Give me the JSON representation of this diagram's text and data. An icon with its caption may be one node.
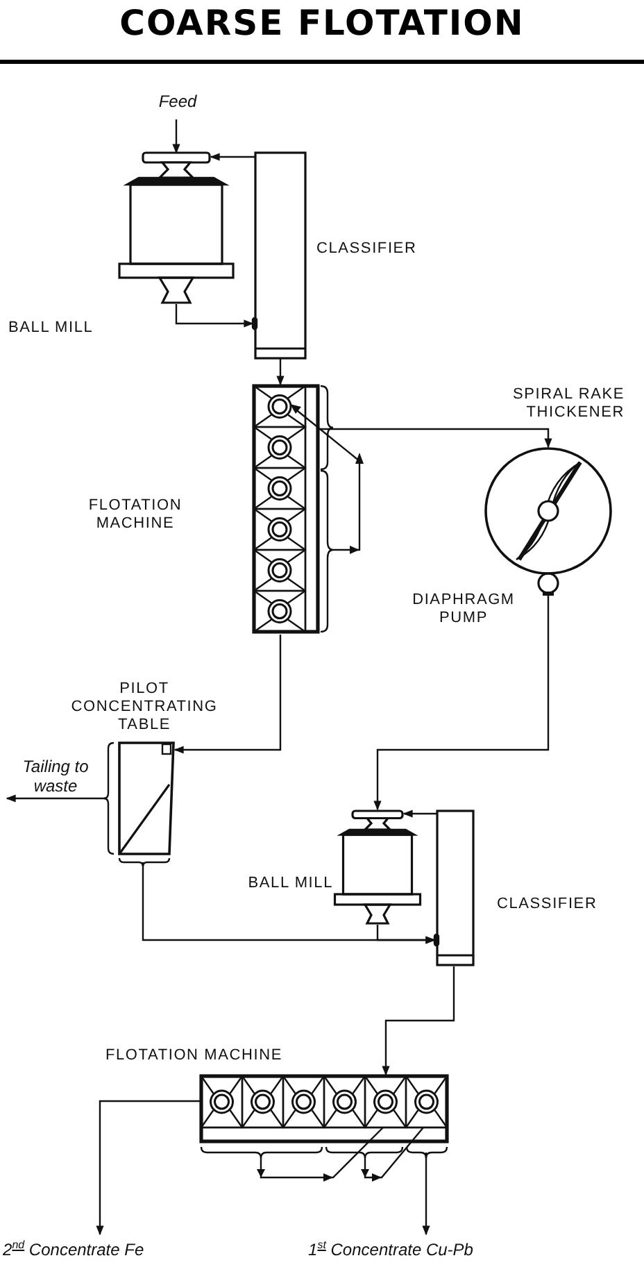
{
  "diagram": {
    "title": "COARSE FLOTATION",
    "nodes": [
      {
        "text": [
          "Feed"
        ]
      },
      {
        "text": [
          "BALL MILL"
        ]
      },
      {
        "text": [
          "CLASSIFIER"
        ]
      },
      {
        "text": [
          "FLOTATION MACHINE"
        ]
      },
      {
        "text": [
          "SPIRAL RAKE THICKENER"
        ]
      },
      {
        "text": [
          "DIAPHRAGM PUMP"
        ]
      },
      {
        "text": [
          "PILOT CONCENTRATING TABLE"
        ]
      },
      {
        "text": [
          "Tailing to waste"
        ]
      },
      {
        "text": [
          "BALL MILL"
        ]
      },
      {
        "text": [
          "CLASSIFIER"
        ]
      },
      {
        "text": [
          "FLOTATION MACHINE"
        ]
      },
      {
        "text": [
          "2$^{nd}$ Concentrate Fe"
        ]
      },
      {
        "text": [
          "1$^{st}$ Concentrate Cu-Pb"
        ]
      }
    ],
    "edges": [
      {
        "from": 0,
        "to": 1,
        "arrow": "to"
      },
      {
        "from": 1,
        "to": 2,
        "arrow": "to"
      },
      {
        "from": 2,
        "to": 1,
        "arrow": "to"
      },
      {
        "from": 2,
        "to": 3,
        "arrow": "to"
      },
      {
        "from": 3,
        "to": 4,
        "arrow": "to"
      },
      {
        "from": 3,
        "to": 6,
        "arrow": "to"
      },
      {
        "from": 5,
        "to": 8,
        "arrow": "to"
      },
      {
        "from": 6,
        "to": 7,
        "arrow": "to"
      },
      {
        "from": 6,
        "to": 9,
        "arrow": "to"
      },
      {
        "from": 8,
        "to": 9,
        "arrow": "to"
      },
      {
        "from": 9,
        "to": 8,
        "arrow": "to"
      },
      {
        "from": 9,
        "to": 10,
        "arrow": "to"
      },
      {
        "from": 10,
        "to": 11,
        "arrow": "to"
      },
      {
        "from": 10,
        "to": 12,
        "arrow": "to"
      }
    ]
  }
}
